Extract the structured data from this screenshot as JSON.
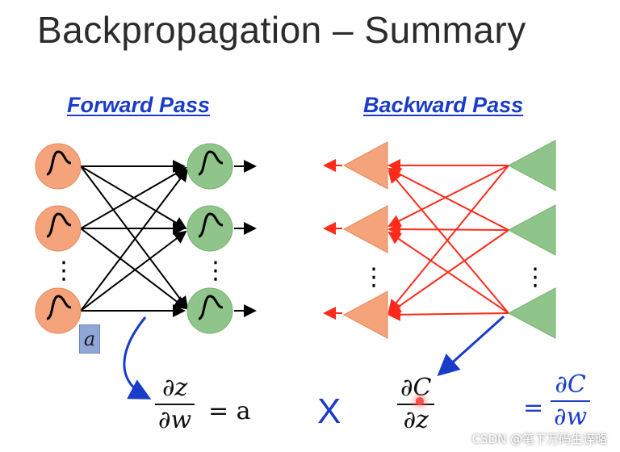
{
  "title": "Backpropagation – Summary",
  "forward": {
    "heading": "Forward Pass"
  },
  "backward": {
    "heading": "Backward Pass"
  },
  "activation_label": "a",
  "ellipsis": "⋮",
  "formula": {
    "dz_dw_num": "∂z",
    "dz_dw_den": "∂w",
    "equals_a": "= a",
    "times": "X",
    "dC_dz_num": "∂C",
    "dC_dz_den": "∂z",
    "equals": "=",
    "dC_dw_num": "∂C",
    "dC_dw_den": "∂w"
  },
  "watermark": "CSDN @笔下万码生谋略",
  "colors": {
    "heading": "#1a3cc8",
    "orange_node": "#f5a37a",
    "green_node": "#8fc58a",
    "forward_edge": "#000000",
    "backward_edge": "#ff2a1a",
    "pointer_arrow": "#1a3cc8"
  }
}
